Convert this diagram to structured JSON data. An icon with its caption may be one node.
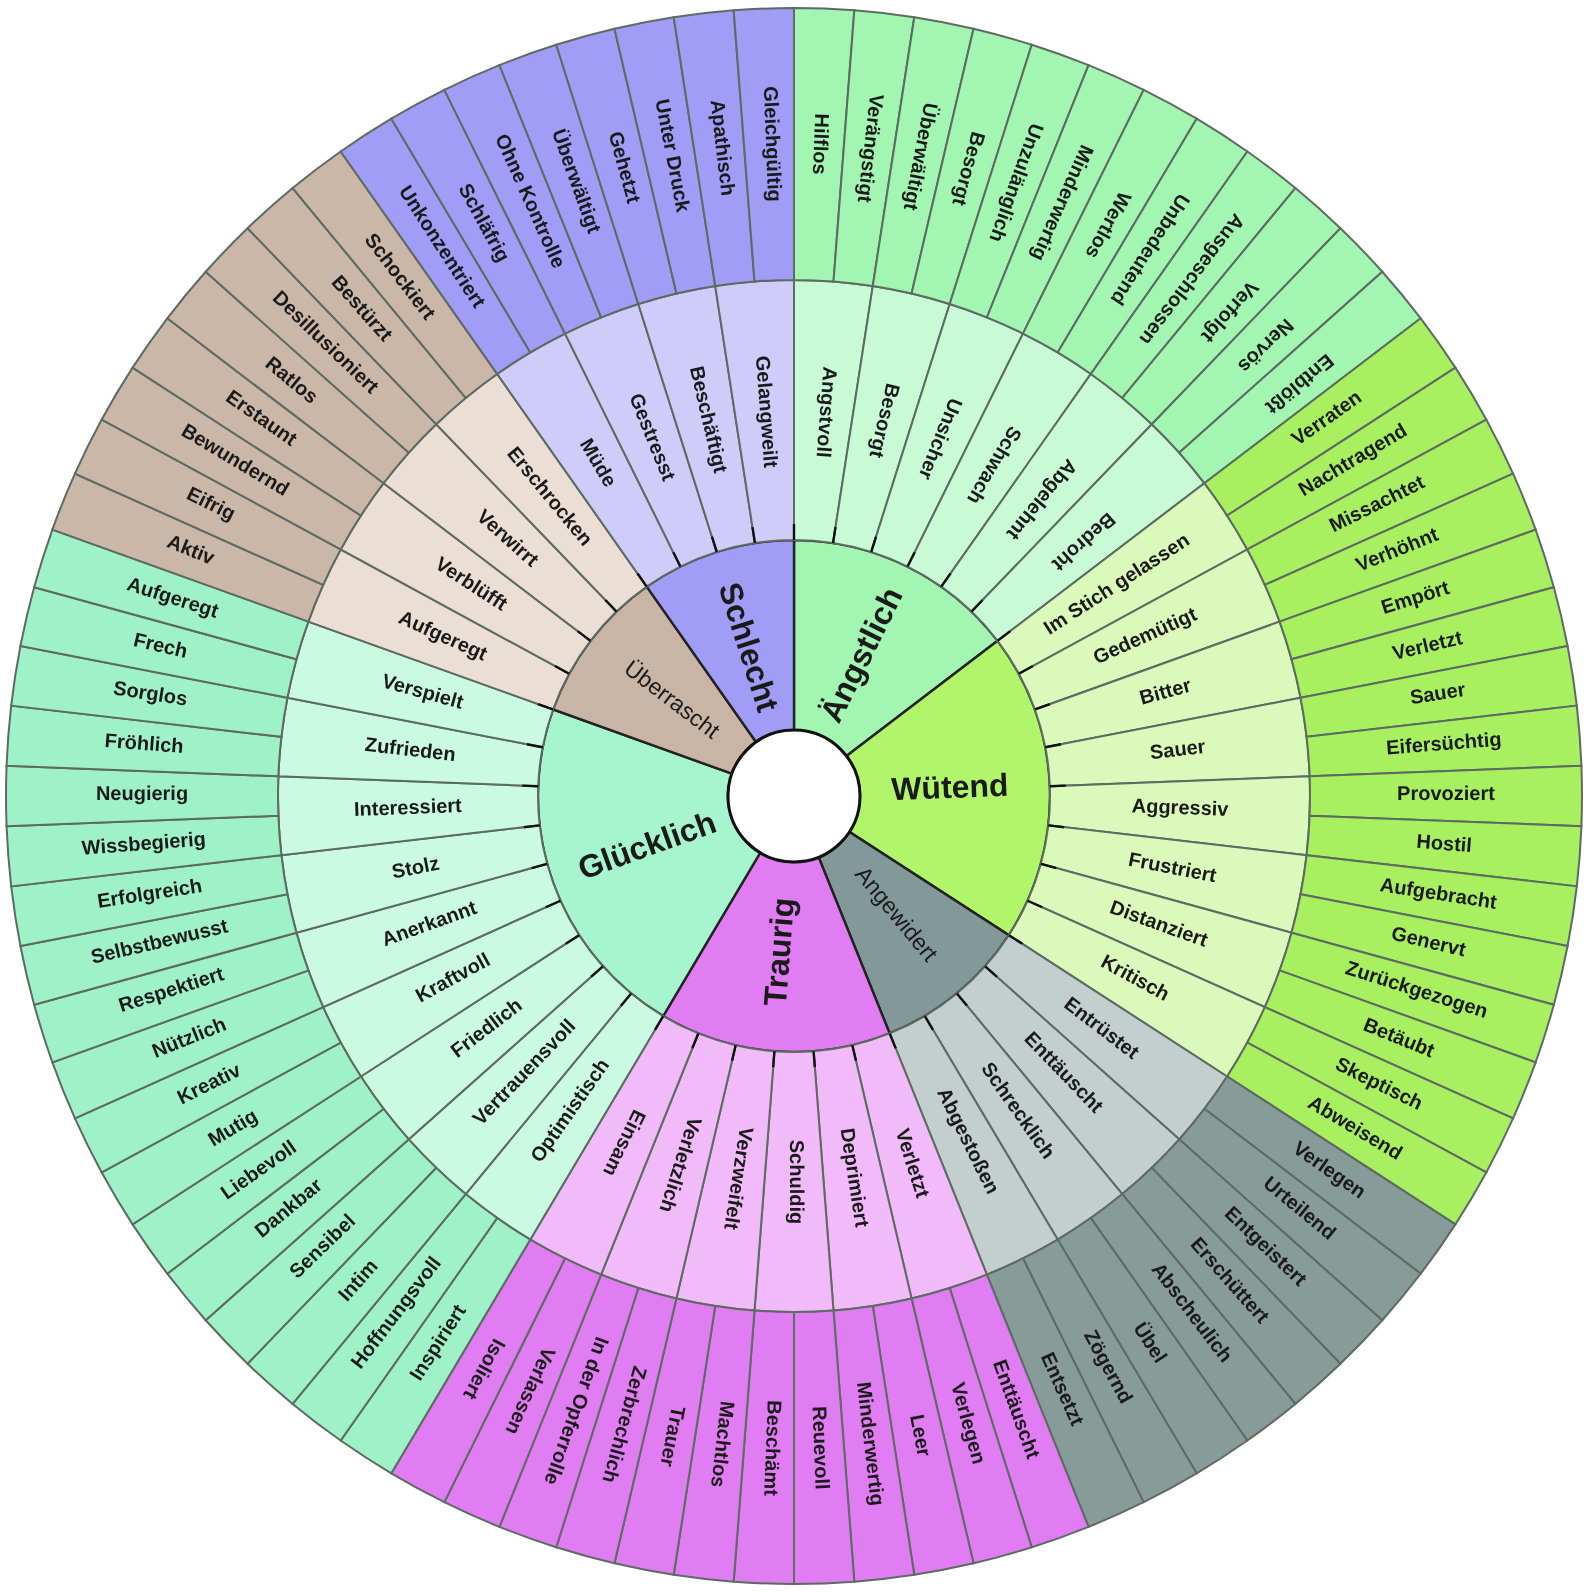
{
  "diagram": {
    "nodes": [
      {
        "text": [
          "Ängstlich"
        ]
      },
      {
        "text": [
          "Wütend"
        ]
      },
      {
        "text": [
          "Angewidert"
        ]
      },
      {
        "text": [
          "Traurig"
        ]
      },
      {
        "text": [
          "Glücklich"
        ]
      },
      {
        "text": [
          "Überrascht"
        ]
      },
      {
        "text": [
          "Schlecht"
        ]
      },
      {
        "text": [
          "Angstvoll"
        ]
      },
      {
        "text": [
          "Besorgt"
        ]
      },
      {
        "text": [
          "Unsicher"
        ]
      },
      {
        "text": [
          "Schwach"
        ]
      },
      {
        "text": [
          "Abgelehnt"
        ]
      },
      {
        "text": [
          "Bedroht"
        ]
      },
      {
        "text": [
          "Im Stich gelassen"
        ]
      },
      {
        "text": [
          "Gedemütigt"
        ]
      },
      {
        "text": [
          "Bitter"
        ]
      },
      {
        "text": [
          "Sauer"
        ]
      },
      {
        "text": [
          "Aggressiv"
        ]
      },
      {
        "text": [
          "Frustriert"
        ]
      },
      {
        "text": [
          "Distanziert"
        ]
      },
      {
        "text": [
          "Kritisch"
        ]
      },
      {
        "text": [
          "Entrüstet"
        ]
      },
      {
        "text": [
          "Enttäuscht"
        ]
      },
      {
        "text": [
          "Schrecklich"
        ]
      },
      {
        "text": [
          "Abgestoßen"
        ]
      },
      {
        "text": [
          "Verletzt"
        ]
      },
      {
        "text": [
          "Deprimiert"
        ]
      },
      {
        "text": [
          "Schuldig"
        ]
      },
      {
        "text": [
          "Verzweifelt"
        ]
      },
      {
        "text": [
          "Verletzlich"
        ]
      },
      {
        "text": [
          "Einsam"
        ]
      },
      {
        "text": [
          "Optimistisch"
        ]
      },
      {
        "text": [
          "Vertrauensvoll"
        ]
      },
      {
        "text": [
          "Friedlich"
        ]
      },
      {
        "text": [
          "Kraftvoll"
        ]
      },
      {
        "text": [
          "Anerkannt"
        ]
      },
      {
        "text": [
          "Stolz"
        ]
      },
      {
        "text": [
          "Interessiert"
        ]
      },
      {
        "text": [
          "Zufrieden"
        ]
      },
      {
        "text": [
          "Verspielt"
        ]
      },
      {
        "text": [
          "Aufgeregt"
        ]
      },
      {
        "text": [
          "Verblüfft"
        ]
      },
      {
        "text": [
          "Verwirrt"
        ]
      },
      {
        "text": [
          "Erschrocken"
        ]
      },
      {
        "text": [
          "Müde"
        ]
      },
      {
        "text": [
          "Gestresst"
        ]
      },
      {
        "text": [
          "Beschäftigt"
        ]
      },
      {
        "text": [
          "Gelangweilt"
        ]
      },
      {
        "text": [
          "Hilflos"
        ]
      },
      {
        "text": [
          "Verängstigt"
        ]
      },
      {
        "text": [
          "Überwältigt"
        ]
      },
      {
        "text": [
          "Besorgt"
        ]
      },
      {
        "text": [
          "Unzulänglich"
        ]
      },
      {
        "text": [
          "Minderwertig"
        ]
      },
      {
        "text": [
          "Wertlos"
        ]
      },
      {
        "text": [
          "Unbedeutend"
        ]
      },
      {
        "text": [
          "Ausgeschlossen"
        ]
      },
      {
        "text": [
          "Verfolgt"
        ]
      },
      {
        "text": [
          "Nervös"
        ]
      },
      {
        "text": [
          "Entblößt"
        ]
      },
      {
        "text": [
          "Verraten"
        ]
      },
      {
        "text": [
          "Nachtragend"
        ]
      },
      {
        "text": [
          "Missachtet"
        ]
      },
      {
        "text": [
          "Verhöhnt"
        ]
      },
      {
        "text": [
          "Empört"
        ]
      },
      {
        "text": [
          "Verletzt"
        ]
      },
      {
        "text": [
          "Sauer"
        ]
      },
      {
        "text": [
          "Eifersüchtig"
        ]
      },
      {
        "text": [
          "Provoziert"
        ]
      },
      {
        "text": [
          "Hostil"
        ]
      },
      {
        "text": [
          "Aufgebracht"
        ]
      },
      {
        "text": [
          "Genervt"
        ]
      },
      {
        "text": [
          "Zurückgezogen"
        ]
      },
      {
        "text": [
          "Betäubt"
        ]
      },
      {
        "text": [
          "Skeptisch"
        ]
      },
      {
        "text": [
          "Abweisend"
        ]
      },
      {
        "text": [
          "Verlegen"
        ]
      },
      {
        "text": [
          "Urteilend"
        ]
      },
      {
        "text": [
          "Entgeistert"
        ]
      },
      {
        "text": [
          "Erschüttert"
        ]
      },
      {
        "text": [
          "Abscheulich"
        ]
      },
      {
        "text": [
          "Übel"
        ]
      },
      {
        "text": [
          "Zögernd"
        ]
      },
      {
        "text": [
          "Entsetzt"
        ]
      },
      {
        "text": [
          "Enttäuscht"
        ]
      },
      {
        "text": [
          "Verlegen"
        ]
      },
      {
        "text": [
          "Leer"
        ]
      },
      {
        "text": [
          "Minderwertig"
        ]
      },
      {
        "text": [
          "Reuevoll"
        ]
      },
      {
        "text": [
          "Beschämt"
        ]
      },
      {
        "text": [
          "Machtlos"
        ]
      },
      {
        "text": [
          "Trauer"
        ]
      },
      {
        "text": [
          "Zerbrechlich"
        ]
      },
      {
        "text": [
          "In der Opferrolle"
        ]
      },
      {
        "text": [
          "Verlassen"
        ]
      },
      {
        "text": [
          "Isoliert"
        ]
      },
      {
        "text": [
          "Inspiriert"
        ]
      },
      {
        "text": [
          "Hoffnungsvoll"
        ]
      },
      {
        "text": [
          "Intim"
        ]
      },
      {
        "text": [
          "Sensibel"
        ]
      },
      {
        "text": [
          "Dankbar"
        ]
      },
      {
        "text": [
          "Liebevoll"
        ]
      },
      {
        "text": [
          "Mutig"
        ]
      },
      {
        "text": [
          "Kreativ"
        ]
      },
      {
        "text": [
          "Nützlich"
        ]
      },
      {
        "text": [
          "Respektiert"
        ]
      },
      {
        "text": [
          "Selbstbewusst"
        ]
      },
      {
        "text": [
          "Erfolgreich"
        ]
      },
      {
        "text": [
          "Wissbegierig"
        ]
      },
      {
        "text": [
          "Neugierig"
        ]
      },
      {
        "text": [
          "Fröhlich"
        ]
      },
      {
        "text": [
          "Sorglos"
        ]
      },
      {
        "text": [
          "Frech"
        ]
      },
      {
        "text": [
          "Aufgeregt"
        ]
      },
      {
        "text": [
          "Aktiv"
        ]
      },
      {
        "text": [
          "Eifrig"
        ]
      },
      {
        "text": [
          "Bewundernd"
        ]
      },
      {
        "text": [
          "Erstaunt"
        ]
      },
      {
        "text": [
          "Ratlos"
        ]
      },
      {
        "text": [
          "Desillusioniert"
        ]
      },
      {
        "text": [
          "Bestürzt"
        ]
      },
      {
        "text": [
          "Schockiert"
        ]
      },
      {
        "text": [
          "Unkonzentriert"
        ]
      },
      {
        "text": [
          "Schläfrig"
        ]
      },
      {
        "text": [
          "Ohne Kontrolle"
        ]
      },
      {
        "text": [
          "Überwältigt"
        ]
      },
      {
        "text": [
          "Gehetzt"
        ]
      },
      {
        "text": [
          "Unter Druck"
        ]
      },
      {
        "text": [
          "Apathisch"
        ]
      },
      {
        "text": [
          "Gleichgültig"
        ]
      }
    ]
  }
}
